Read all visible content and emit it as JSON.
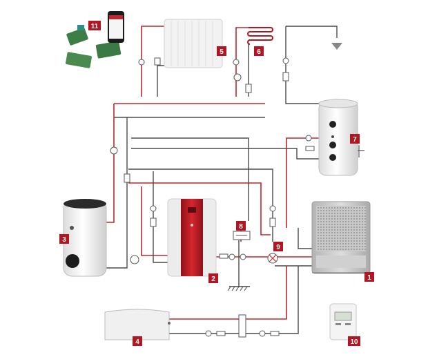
{
  "labels": {
    "heat_pump": "1",
    "indoor_unit": "2",
    "storage_tank": "3",
    "ground_tank": "4",
    "radiator": "5",
    "floor_heating": "6",
    "dhw_tank": "7",
    "heater": "8",
    "valve": "9",
    "thermostat": "10",
    "controller": "11"
  },
  "colors": {
    "badge": "#b01722",
    "pipe_red": "#c0262d",
    "pipe_grey": "#4a4a4a"
  }
}
